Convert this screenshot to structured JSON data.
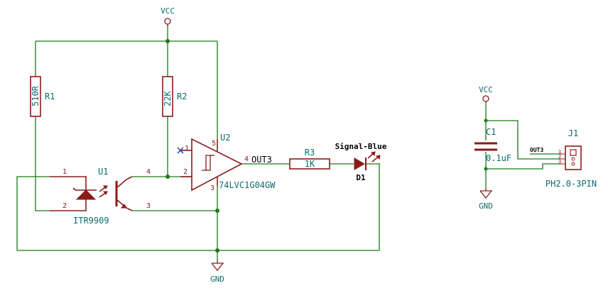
{
  "power": {
    "vcc_main": "VCC",
    "gnd_main": "GND",
    "vcc_right": "VCC",
    "gnd_right": "GND"
  },
  "components": {
    "r1": {
      "ref": "R1",
      "value": "510R"
    },
    "r2": {
      "ref": "R2",
      "value": "22K"
    },
    "r3": {
      "ref": "R3",
      "value": "1K"
    },
    "u1": {
      "ref": "U1",
      "value": "ITR9909",
      "pins": [
        "1",
        "2",
        "3",
        "4"
      ]
    },
    "u2": {
      "ref": "U2",
      "value": "74LVC1G04GW",
      "pins": [
        "1",
        "2",
        "3",
        "4",
        "5"
      ]
    },
    "d1": {
      "ref": "D1",
      "value": "Signal-Blue"
    },
    "c1": {
      "ref": "C1",
      "value": "0.1uF"
    },
    "j1": {
      "ref": "J1",
      "value": "PH2.0-3PIN",
      "pins": [
        "1",
        "2",
        "3"
      ]
    }
  },
  "nets": {
    "out3": "OUT3",
    "out3_small": "OUT3"
  },
  "colors": {
    "wire": "#1a7a1a",
    "component": "#8b1a1a",
    "label": "#0e6b6b",
    "no_connect": "#2233bb",
    "background": "#ffffff"
  }
}
